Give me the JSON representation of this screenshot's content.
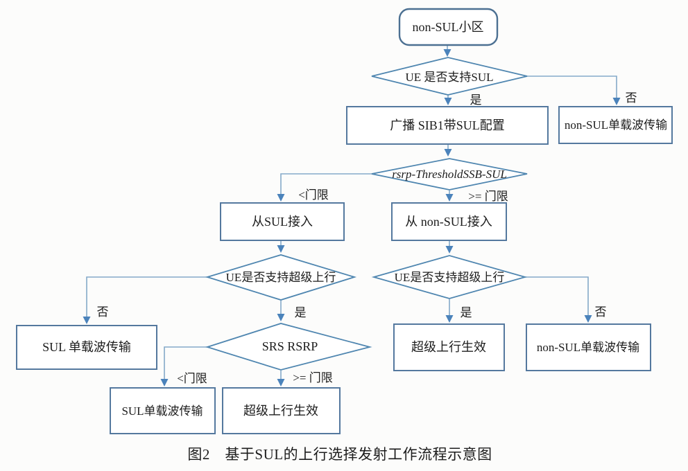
{
  "figure": {
    "caption": "图2　基于SUL的上行选择发射工作流程示意图"
  },
  "colors": {
    "bg": "#fcfcfb",
    "line": "#84a9c9",
    "box-stroke": "#54789e",
    "diamond-stroke": "#4f86b0",
    "arrow": "#4b83bb",
    "text": "#1c1c1c"
  },
  "nodes": {
    "start": {
      "label": "non-SUL小区"
    },
    "d_ue_sul": {
      "label": "UE 是否支持SUL"
    },
    "b_sib1": {
      "label": "广播 SIB1带SUL配置"
    },
    "b_nonsul_top": {
      "label": "non-SUL单载波传输"
    },
    "d_rsrp": {
      "label": "rsrp-ThresholdSSB-SUL"
    },
    "b_sul_access": {
      "label": "从SUL接入"
    },
    "b_nonsul_access": {
      "label": "从 non-SUL接入"
    },
    "d_super_left": {
      "label": "UE是否支持超级上行"
    },
    "d_super_right": {
      "label": "UE是否支持超级上行"
    },
    "b_sul_single_left": {
      "label": "SUL 单载波传输"
    },
    "d_srs": {
      "label": "SRS RSRP"
    },
    "b_super_right": {
      "label": "超级上行生效"
    },
    "b_nonsul_bottom": {
      "label": "non-SUL单载波传输"
    },
    "b_sul_single_bottom": {
      "label": "SUL单载波传输"
    },
    "b_super_bottom": {
      "label": "超级上行生效"
    }
  },
  "edge_labels": {
    "d1_yes": "是",
    "d1_no": "否",
    "d2_lt": "<门限",
    "d2_ge": ">= 门限",
    "d3_no": "否",
    "d3_yes": "是",
    "d4_yes": "是",
    "d4_no": "否",
    "d5_lt": "<门限",
    "d5_ge": ">= 门限"
  }
}
